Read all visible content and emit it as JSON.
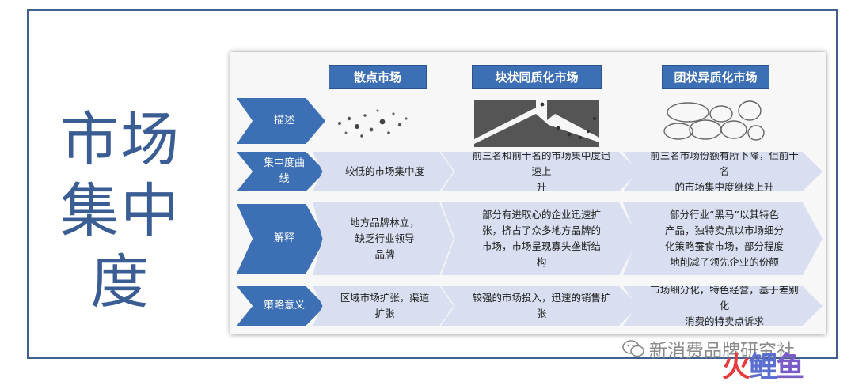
{
  "big_title": {
    "line1": "市场",
    "line2": "集中度"
  },
  "columns": [
    "散点市场",
    "块状同质化市场",
    "团状异质化市场"
  ],
  "rows": [
    {
      "label_lines": [
        "描述"
      ],
      "cells": []
    },
    {
      "label_lines": [
        "集中度曲",
        "线"
      ],
      "cells": [
        [
          "较低的市场集中度"
        ],
        [
          "前三名和前十名的市场集中度迅速上",
          "升"
        ],
        [
          "前三名市场份额有所下降，但前十名",
          "的市场集中度继续上升"
        ]
      ]
    },
    {
      "label_lines": [
        "解释"
      ],
      "cells": [
        [
          "地方品牌林立，",
          "缺乏行业领导",
          "品牌"
        ],
        [
          "部分有进取心的企业迅速扩",
          "张，挤占了众多地方品牌的",
          "市场，市场呈现寡头垄断结",
          "构"
        ],
        [
          "部分行业“黑马”以其特色",
          "产品，独特卖点以市场细分",
          "化策略蚕食市场，部分程度",
          "地削减了领先企业的份额"
        ]
      ]
    },
    {
      "label_lines": [
        "策略意义"
      ],
      "cells": [
        [
          "区域市场扩张，渠道",
          "扩张"
        ],
        [
          "较强的市场投入，迅速的销售扩张"
        ],
        [
          "市场细分化，特色经营，基于差别化",
          "消费的特卖点诉求"
        ]
      ]
    }
  ],
  "watermark": {
    "icon": "wechat-icon",
    "text": "新消费品牌研究社"
  },
  "logo": {
    "chars": [
      "火",
      "鲤",
      "鱼"
    ]
  },
  "colors": {
    "accent": "#3d6fb5",
    "title": "#3a5d93",
    "cell_bg": "#d9dff0",
    "frame": "#3f5f8f"
  }
}
